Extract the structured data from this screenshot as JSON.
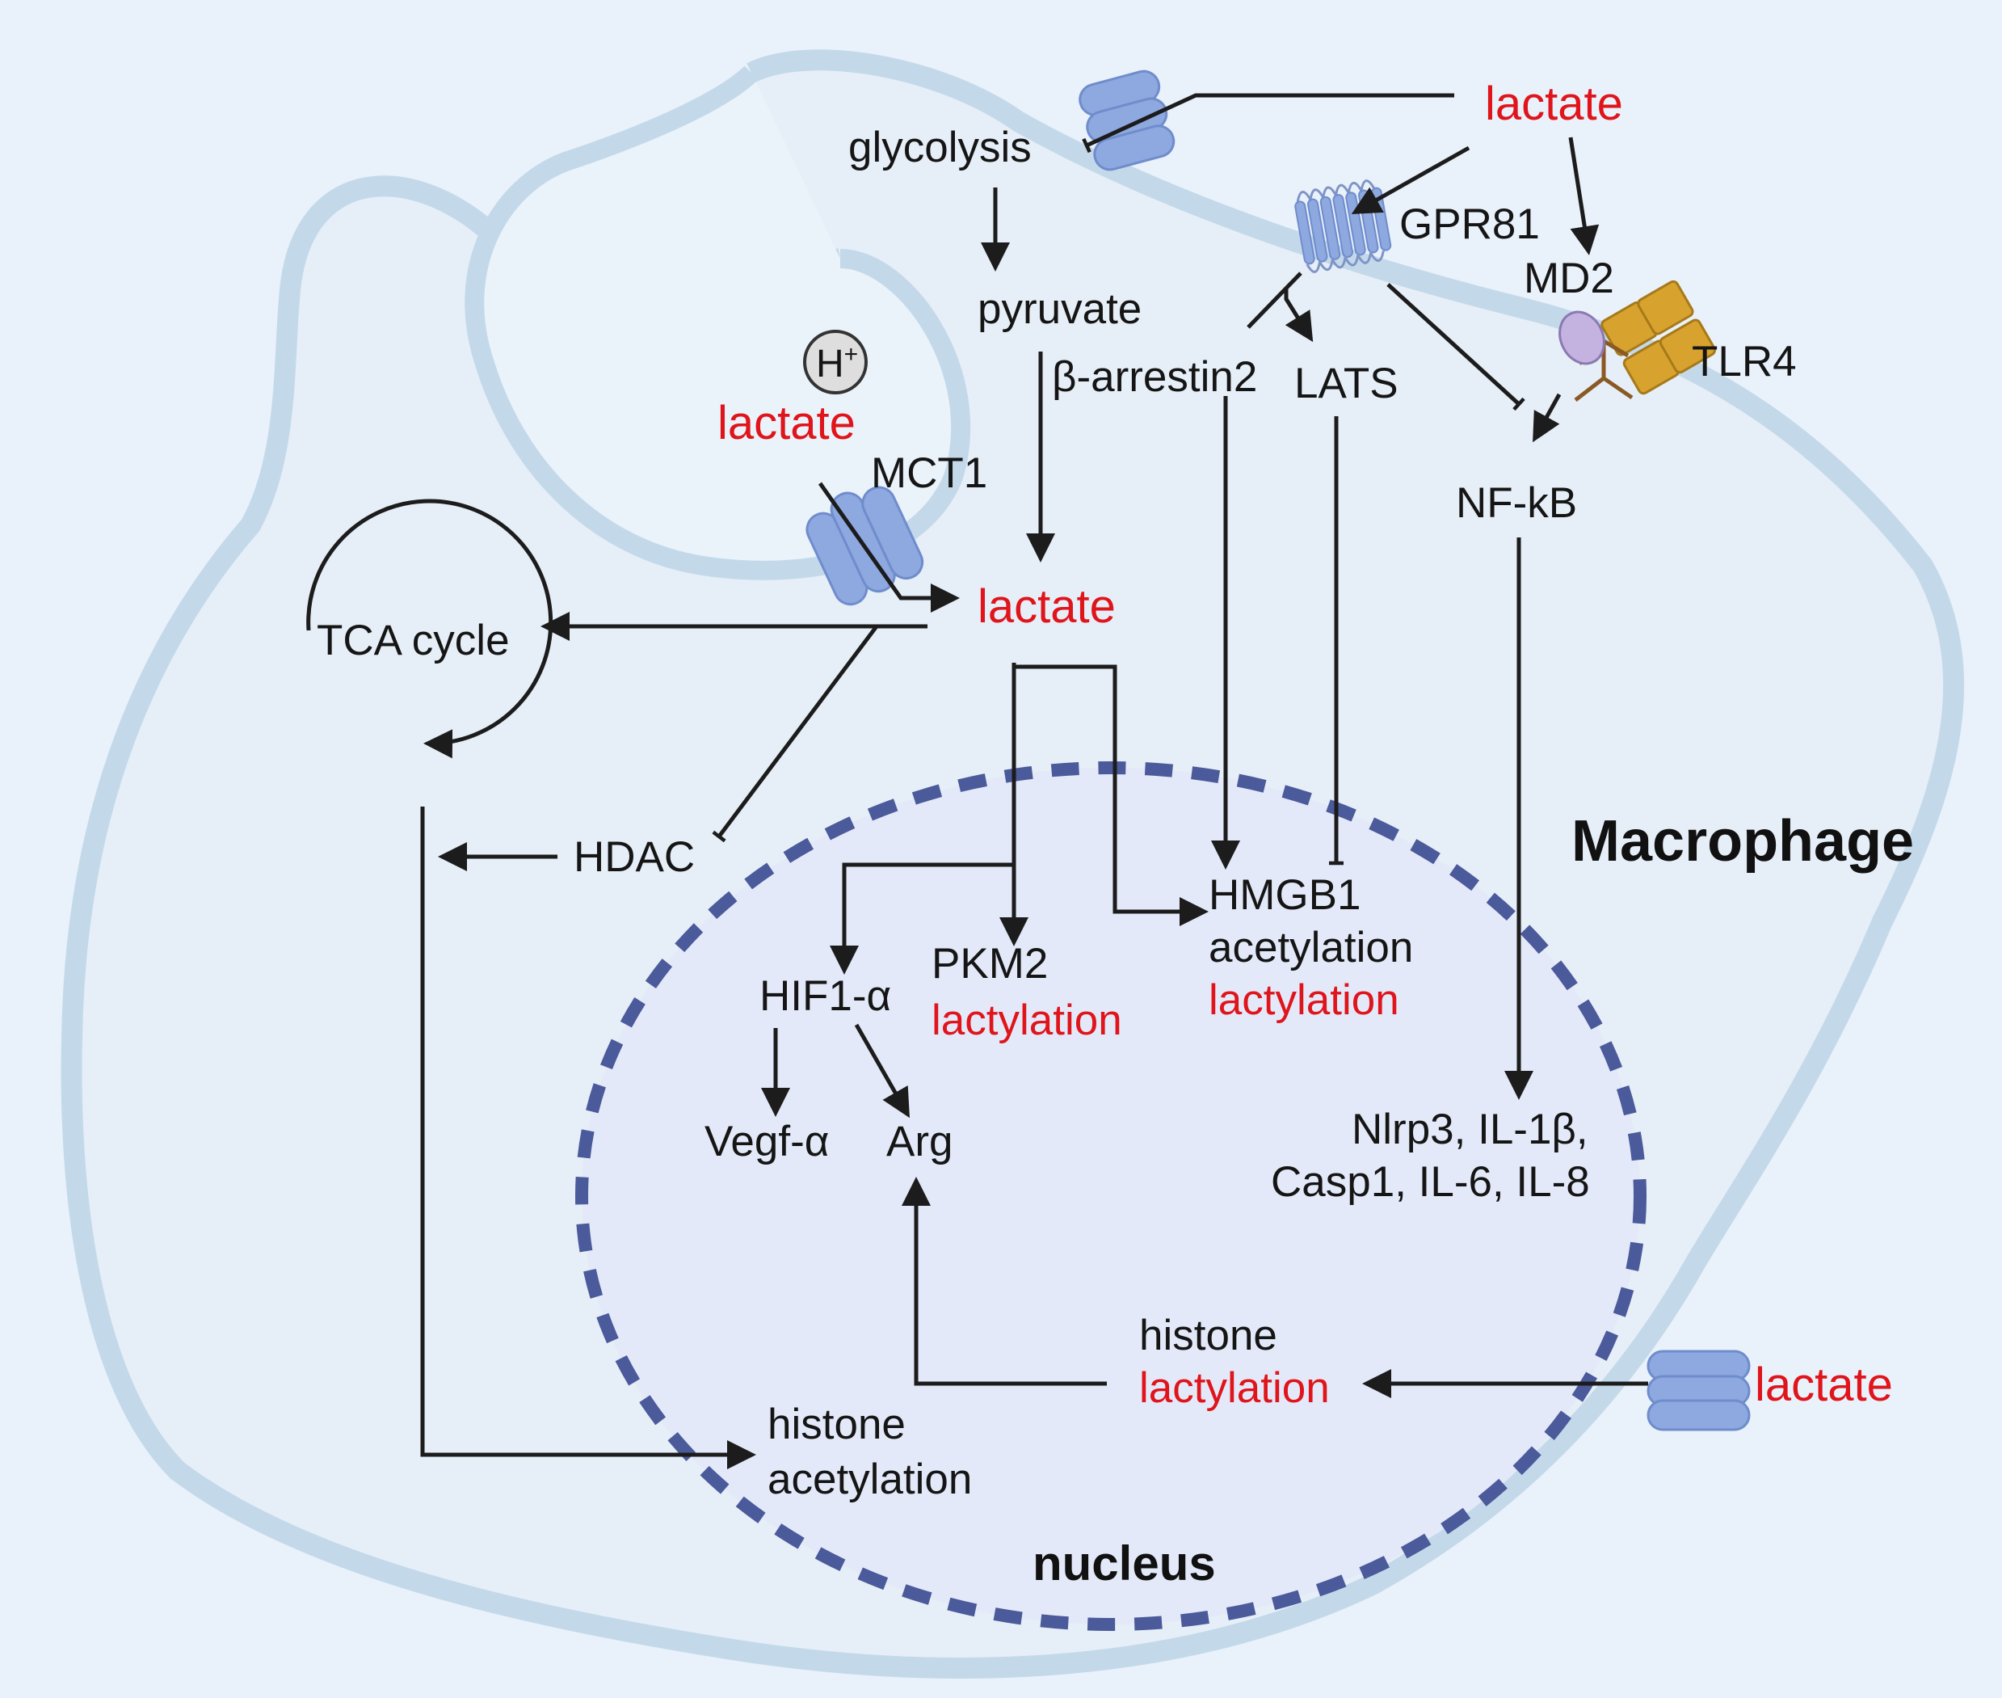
{
  "cell_label": "Macrophage",
  "nucleus_label": "nucleus",
  "labels": {
    "lactate_top": "lactate",
    "lactate_mct": "lactate",
    "lactate_center": "lactate",
    "lactate_right": "lactate",
    "glycolysis": "glycolysis",
    "pyruvate": "pyruvate",
    "h_plus": "H",
    "h_plus_sup": "+",
    "mct1": "MCT1",
    "gpr81": "GPR81",
    "md2": "MD2",
    "tlr4": "TLR4",
    "beta_arrestin2": "β-arrestin2",
    "lats": "LATS",
    "nfkb": "NF-kB",
    "tca_cycle": "TCA cycle",
    "hdac": "HDAC",
    "hmgb1": "HMGB1",
    "hmgb1_acetylation": "acetylation",
    "hmgb1_lactylation": "lactylation",
    "pkm2": "PKM2",
    "pkm2_lactylation": "lactylation",
    "hif1a": "HIF1-α",
    "vegfa": "Vegf-α",
    "arg": "Arg",
    "nlrp3_line1": "Nlrp3, IL-1β,",
    "nlrp3_line2": "Casp1, IL-6, IL-8",
    "histone_lact_line1": "histone",
    "histone_lact_line2": "lactylation",
    "histone_acet_line1": "histone",
    "histone_acet_line2": "acetylation"
  },
  "colors": {
    "background": "#e9f1fa",
    "membrane": "#c3d9ea",
    "nucleus_border": "#4a5a9a",
    "nucleus_fill": "#e3e9f8",
    "transporter": "#8ea8e0",
    "tlr4": "#d8a22e",
    "md2": "#c4b2e0",
    "emphasis": "#e0141b"
  }
}
